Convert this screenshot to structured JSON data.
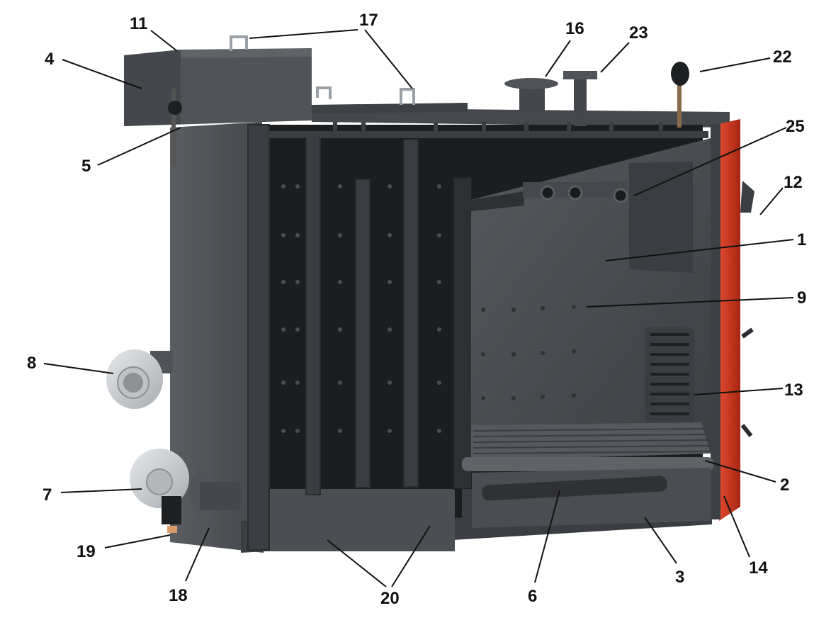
{
  "diagram": {
    "labels": {
      "l1": "1",
      "l2": "2",
      "l3": "3",
      "l4": "4",
      "l5": "5",
      "l6": "6",
      "l7": "7",
      "l8": "8",
      "l9": "9",
      "l11": "11",
      "l12": "12",
      "l13": "13",
      "l14": "14",
      "l16": "16",
      "l17": "17",
      "l18": "18",
      "l19": "19",
      "l20": "20",
      "l22": "22",
      "l23": "23",
      "l25": "25"
    },
    "colors": {
      "body": "#4a4d51",
      "body_dark": "#2a2c2f",
      "interior": "#1a1b1d",
      "accent_red": "#c8321f",
      "fan": "#c9cccf",
      "brass": "#d99a6c",
      "label": "#111111"
    }
  }
}
